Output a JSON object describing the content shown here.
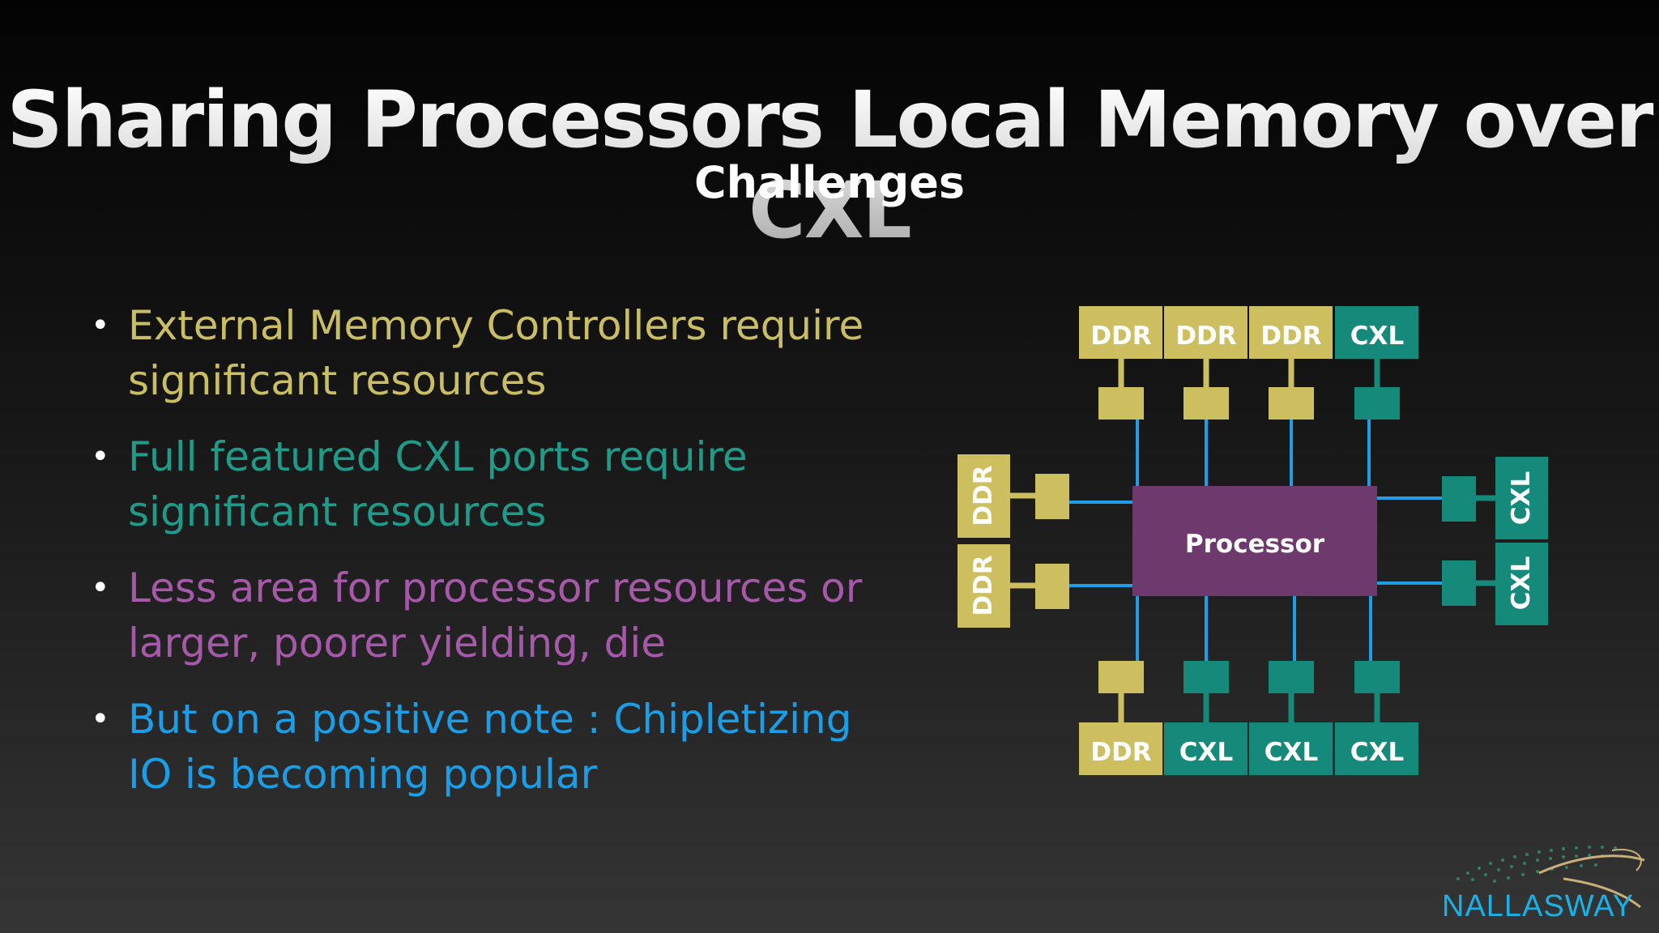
{
  "slide": {
    "title": "Sharing Processors Local Memory over CXL",
    "subtitle": "Challenges"
  },
  "bullets": [
    {
      "line1": "External Memory Controllers require",
      "line2": "significant resources"
    },
    {
      "line1": "Full featured CXL ports require",
      "line2": "significant resources"
    },
    {
      "line1": "Less area for processor resources or",
      "line2": "larger, poorer yielding, die"
    },
    {
      "line1": "But on a positive note : Chipletizing",
      "line2": "IO is becoming popular"
    }
  ],
  "diagram": {
    "processor_label": "Processor",
    "top_blocks": [
      "DDR",
      "DDR",
      "DDR",
      "CXL"
    ],
    "bottom_blocks": [
      "DDR",
      "CXL",
      "CXL",
      "CXL"
    ],
    "left_blocks": [
      "DDR",
      "DDR"
    ],
    "right_blocks": [
      "CXL",
      "CXL"
    ]
  },
  "colors": {
    "ddr": "#cdbf5f",
    "cxl": "#15897a",
    "processor": "#6e3a6e",
    "wire": "#1d9ee6"
  },
  "logo": {
    "text": "NALLASWAY"
  }
}
